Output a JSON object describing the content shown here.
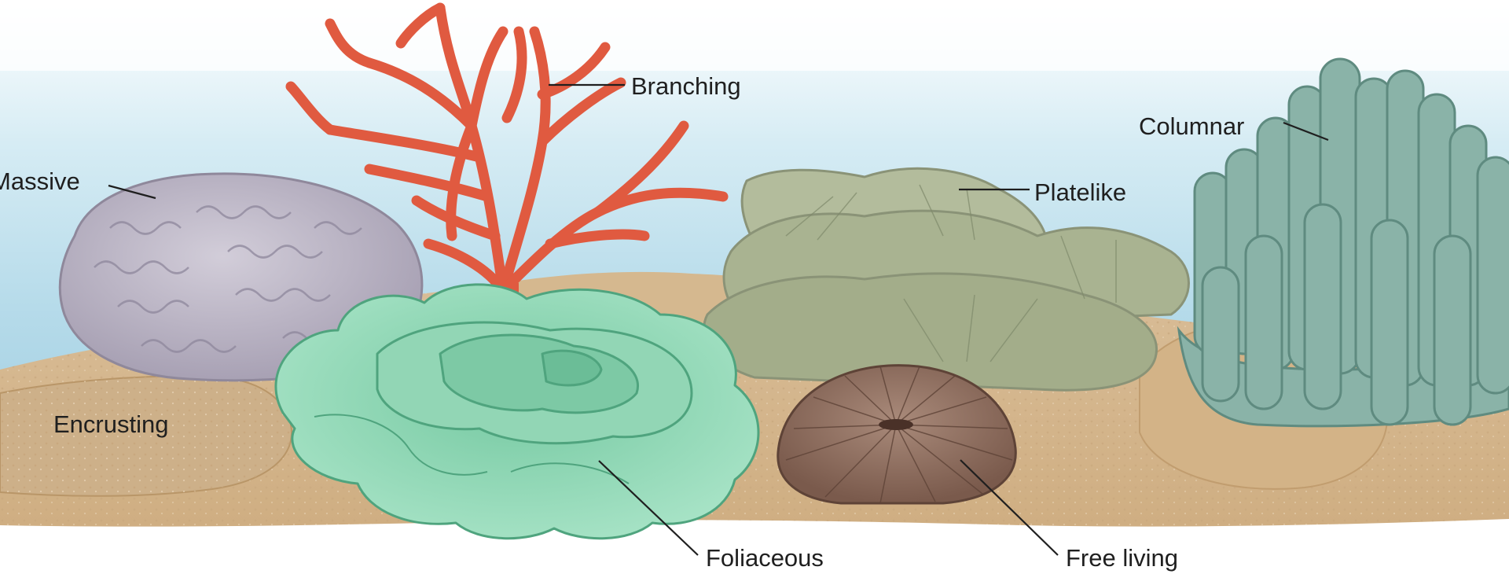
{
  "diagram": {
    "labels": {
      "branching": "Branching",
      "columnar": "Columnar",
      "massive": "Massive",
      "platelike": "Platelike",
      "encrusting": "Encrusting",
      "foliaceous": "Foliaceous",
      "free_living": "Free living"
    },
    "colors": {
      "water": "#bfe0ee",
      "sand": "#d8bd97",
      "branching_coral": "#e2593f",
      "massive_coral": "#bdb7c7",
      "platelike_coral": "#a9b493",
      "foliaceous_coral": "#8fd8b4",
      "free_living_coral": "#8f6e5f",
      "columnar_coral": "#86aea4"
    }
  }
}
